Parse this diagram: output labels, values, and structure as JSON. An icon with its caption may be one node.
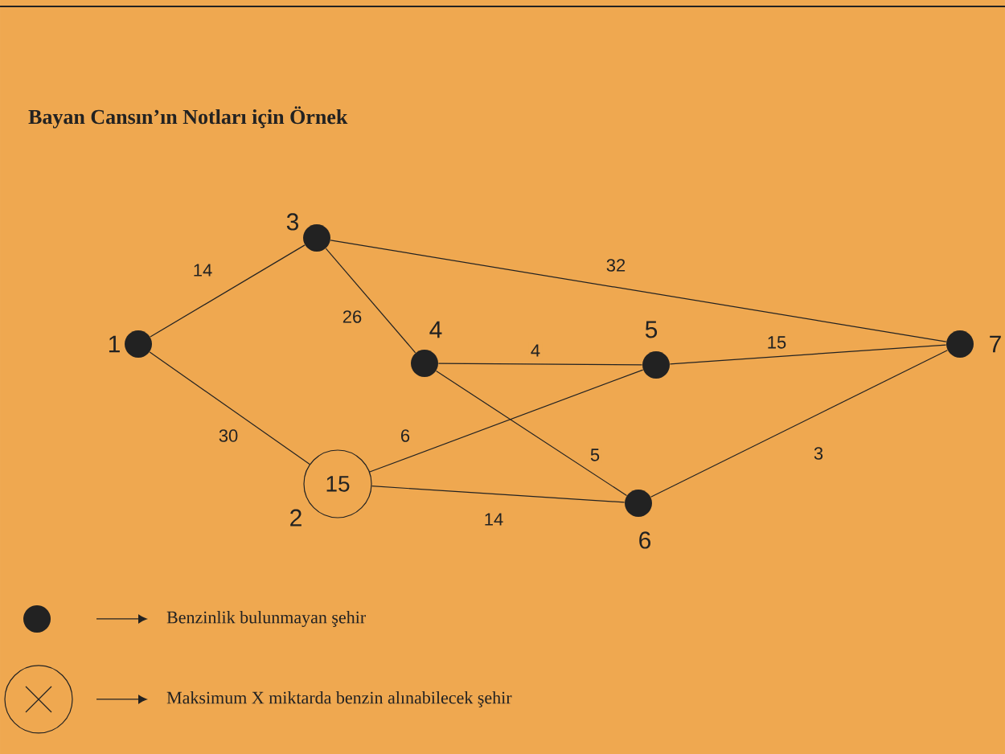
{
  "diagram": {
    "title": "Bayan Cansın’ın Notları için Örnek",
    "nodes": [
      {
        "text": [],
        "shape": "circle",
        "beside": [
          "1"
        ]
      },
      {
        "text": [
          "15"
        ],
        "beside": [
          "2"
        ]
      },
      {
        "text": [],
        "shape": "circle",
        "beside": [
          "3"
        ]
      },
      {
        "text": [],
        "shape": "circle",
        "beside": [
          "4"
        ]
      },
      {
        "text": [],
        "shape": "circle",
        "beside": [
          "5"
        ]
      },
      {
        "text": [],
        "shape": "circle",
        "beside": [
          "6"
        ]
      },
      {
        "text": [],
        "shape": "circle",
        "beside": [
          "7"
        ]
      }
    ],
    "edges": [
      {
        "from": 0,
        "to": 2,
        "arrow": "none",
        "label": "14"
      },
      {
        "from": 0,
        "to": 1,
        "arrow": "none",
        "label": "30"
      },
      {
        "from": 2,
        "to": 3,
        "arrow": "none",
        "label": "26"
      },
      {
        "from": 2,
        "to": 6,
        "arrow": "none",
        "label": "32"
      },
      {
        "from": 3,
        "to": 4,
        "arrow": "none",
        "label": "4"
      },
      {
        "from": 3,
        "to": 5,
        "arrow": "none",
        "label": "5"
      },
      {
        "from": 4,
        "to": 6,
        "arrow": "none",
        "label": "15"
      },
      {
        "from": 1,
        "to": 4,
        "arrow": "none",
        "label": "6"
      },
      {
        "from": 1,
        "to": 5,
        "arrow": "none",
        "label": "14"
      },
      {
        "from": 5,
        "to": 6,
        "arrow": "none",
        "label": "3"
      }
    ],
    "legend": [
      {
        "text": "Benzinlik bulunmayan şehir"
      },
      {
        "text": "Maksimum X miktarda benzin alınabilecek şehir"
      }
    ]
  }
}
